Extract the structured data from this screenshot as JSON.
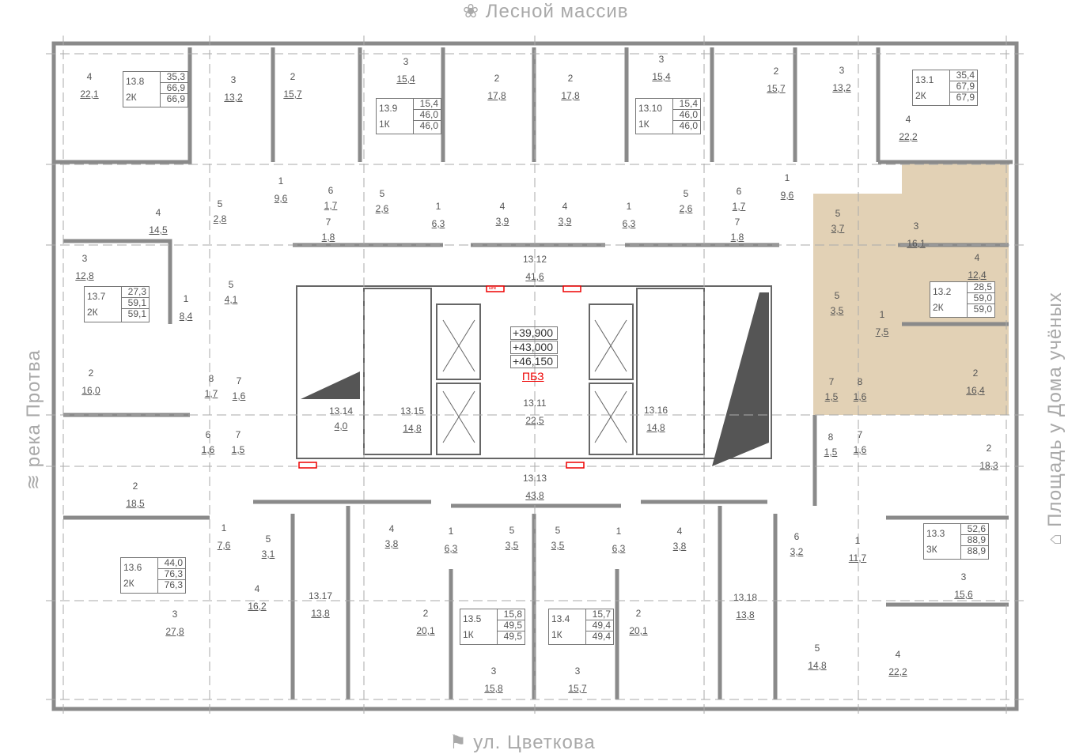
{
  "compass": {
    "north": "Лесной массив",
    "south": "ул. Цветкова",
    "west": "река Протва",
    "east": "Площадь у Дома учёных"
  },
  "colors": {
    "highlight": "#d8c29c",
    "wall": "#8a8a8a",
    "alert": "#e00000"
  },
  "core": {
    "elevations": [
      "+39,900",
      "+43,000",
      "+46,150"
    ],
    "pbz": "ПБЗ",
    "shk": "шпк"
  },
  "apartments": [
    {
      "id": "13.8",
      "type": "2К",
      "areas": [
        "35,3",
        "66,9",
        "66,9"
      ]
    },
    {
      "id": "13.9",
      "type": "1К",
      "areas": [
        "15,4",
        "46,0",
        "46,0"
      ]
    },
    {
      "id": "13.10",
      "type": "1К",
      "areas": [
        "15,4",
        "46,0",
        "46,0"
      ]
    },
    {
      "id": "13.1",
      "type": "2К",
      "areas": [
        "35,4",
        "67,9",
        "67,9"
      ]
    },
    {
      "id": "13.7",
      "type": "2К",
      "areas": [
        "27,3",
        "59,1",
        "59,1"
      ]
    },
    {
      "id": "13.2",
      "type": "2К",
      "areas": [
        "28,5",
        "59,0",
        "59,0"
      ]
    },
    {
      "id": "13.6",
      "type": "2К",
      "areas": [
        "44,0",
        "76,3",
        "76,3"
      ]
    },
    {
      "id": "13.5",
      "type": "1К",
      "areas": [
        "15,8",
        "49,5",
        "49,5"
      ]
    },
    {
      "id": "13.4",
      "type": "1К",
      "areas": [
        "15,7",
        "49,4",
        "49,4"
      ]
    },
    {
      "id": "13.3",
      "type": "3К",
      "areas": [
        "52,6",
        "88,9",
        "88,9"
      ]
    }
  ],
  "rooms": [
    {
      "n": "4",
      "a": "22,1"
    },
    {
      "n": "3",
      "a": "13,2"
    },
    {
      "n": "2",
      "a": "15,7"
    },
    {
      "n": "4",
      "a": "14,5"
    },
    {
      "n": "1",
      "a": "9,6"
    },
    {
      "n": "5",
      "a": "2,8"
    },
    {
      "n": "6",
      "a": "1,7"
    },
    {
      "n": "7",
      "a": "1,8"
    },
    {
      "n": "3",
      "a": "12,8"
    },
    {
      "n": "1",
      "a": "8,4"
    },
    {
      "n": "5",
      "a": "4,1"
    },
    {
      "n": "3",
      "a": "15,4"
    },
    {
      "n": "5",
      "a": "2,6"
    },
    {
      "n": "1",
      "a": "6,3"
    },
    {
      "n": "4",
      "a": "3,9"
    },
    {
      "n": "2",
      "a": "17,8"
    },
    {
      "n": "2",
      "a": "17,8"
    },
    {
      "n": "4",
      "a": "3,9"
    },
    {
      "n": "1",
      "a": "6,3"
    },
    {
      "n": "3",
      "a": "15,4"
    },
    {
      "n": "5",
      "a": "2,6"
    },
    {
      "n": "6",
      "a": "1,7"
    },
    {
      "n": "7",
      "a": "1,8"
    },
    {
      "n": "1",
      "a": "9,6"
    },
    {
      "n": "2",
      "a": "15,7"
    },
    {
      "n": "3",
      "a": "13,2"
    },
    {
      "n": "4",
      "a": "22,2"
    },
    {
      "n": "5",
      "a": "3,7"
    },
    {
      "n": "3",
      "a": "16,1"
    },
    {
      "n": "4",
      "a": "12,4"
    },
    {
      "n": "5",
      "a": "3,5"
    },
    {
      "n": "1",
      "a": "7,5"
    },
    {
      "n": "7",
      "a": "1,5"
    },
    {
      "n": "8",
      "a": "1,6"
    },
    {
      "n": "2",
      "a": "16,4"
    },
    {
      "n": "2",
      "a": "16,0"
    },
    {
      "n": "8",
      "a": "1,7"
    },
    {
      "n": "7",
      "a": "1,6"
    },
    {
      "n": "6",
      "a": "1,6"
    },
    {
      "n": "7",
      "a": "1,5"
    },
    {
      "n": "2",
      "a": "18,5"
    },
    {
      "n": "8",
      "a": "1,5"
    },
    {
      "n": "7",
      "a": "1,6"
    },
    {
      "n": "2",
      "a": "18,3"
    },
    {
      "n": "1",
      "a": "7,6"
    },
    {
      "n": "5",
      "a": "3,1"
    },
    {
      "n": "4",
      "a": "16,2"
    },
    {
      "n": "3",
      "a": "27,8"
    },
    {
      "n": "13.17",
      "a": "13,8"
    },
    {
      "n": "4",
      "a": "3,8"
    },
    {
      "n": "1",
      "a": "6,3"
    },
    {
      "n": "5",
      "a": "3,5"
    },
    {
      "n": "2",
      "a": "20,1"
    },
    {
      "n": "3",
      "a": "15,8"
    },
    {
      "n": "5",
      "a": "3,5"
    },
    {
      "n": "1",
      "a": "6,3"
    },
    {
      "n": "4",
      "a": "3,8"
    },
    {
      "n": "2",
      "a": "20,1"
    },
    {
      "n": "3",
      "a": "15,7"
    },
    {
      "n": "13.18",
      "a": "13,8"
    },
    {
      "n": "6",
      "a": "3,2"
    },
    {
      "n": "1",
      "a": "11,7"
    },
    {
      "n": "5",
      "a": "14,8"
    },
    {
      "n": "4",
      "a": "22,2"
    },
    {
      "n": "3",
      "a": "15,6"
    },
    {
      "n": "13.12",
      "a": "41,6"
    },
    {
      "n": "13.11",
      "a": "22,5"
    },
    {
      "n": "13.13",
      "a": "43,8"
    },
    {
      "n": "13.14",
      "a": "4,0"
    },
    {
      "n": "13.15",
      "a": "14,8"
    },
    {
      "n": "13.16",
      "a": "14,8"
    }
  ]
}
